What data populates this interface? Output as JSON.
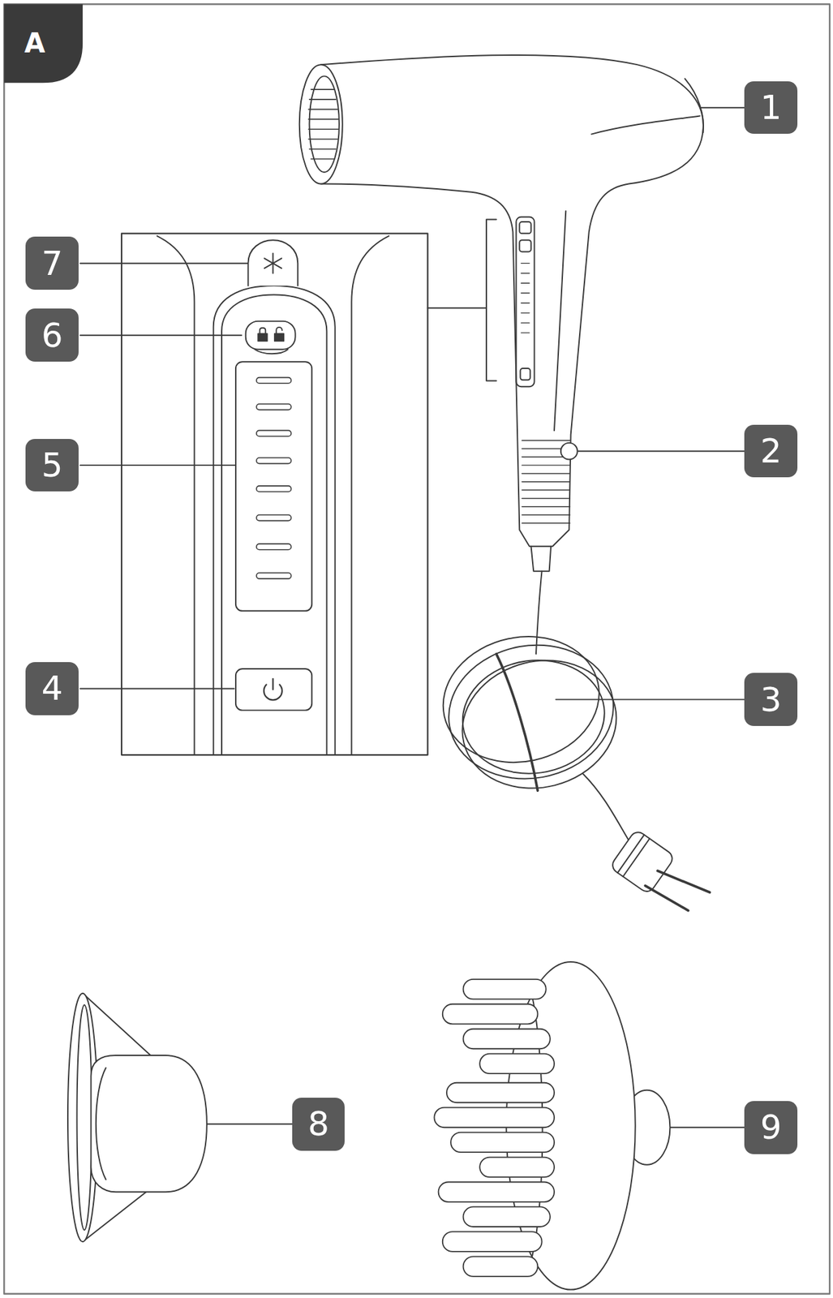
{
  "diagram": {
    "labels": [
      "A",
      "1",
      "2",
      "3",
      "4",
      "5",
      "6",
      "7",
      "8",
      "9"
    ]
  }
}
